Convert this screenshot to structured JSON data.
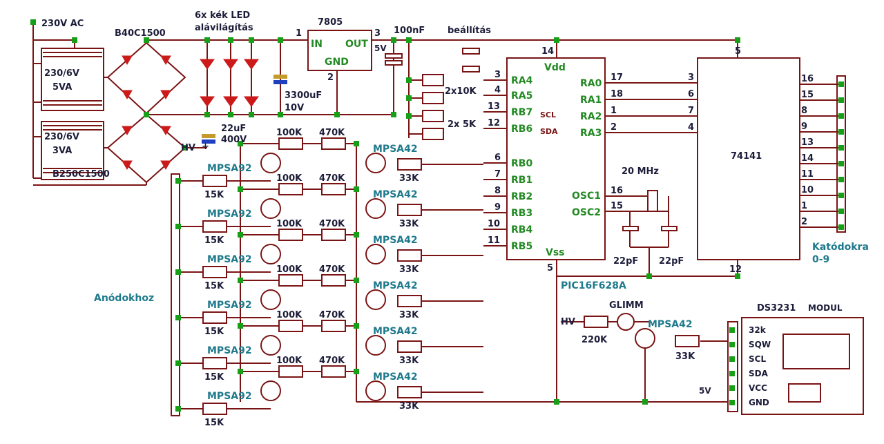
{
  "labels": {
    "ac_in": "230V AC",
    "bridge1": "B40C1500",
    "bridge2": "B250C1500",
    "tr1": "230/6V",
    "tr1_va": "5VA",
    "tr2": "230/6V",
    "tr2_va": "3VA",
    "led_title1": "6x kék LED",
    "led_title2": "alávilágítás",
    "reg": "7805",
    "reg_in": "IN",
    "reg_out": "OUT",
    "reg_gnd": "GND",
    "pin1": "1",
    "pin2": "2",
    "pin3": "3",
    "v5": "5V",
    "cap100": "100nF",
    "setting": "beállítás",
    "cap3300": "3300uF",
    "cap3300v": "10V",
    "cap22": "22uF",
    "cap22v": "400V",
    "hv": "HV",
    "plus": "+",
    "res2x10": "2x10K",
    "res2x5": "2x 5K",
    "pic": "PIC16F628A",
    "ttl": "74141",
    "xtal": "20 MHz",
    "c22a": "22pF",
    "c22b": "22pF",
    "cathodes": "Katódokra",
    "cathodes2": "0-9",
    "anodes": "Anódokhoz",
    "glimm": "GLIMM",
    "r220": "220K",
    "hv2": "HV",
    "ds_title": "DS3231",
    "ds_title2": "MODUL",
    "v5b": "5V"
  },
  "pic_left": [
    {
      "pin": "3",
      "name": "RA4"
    },
    {
      "pin": "4",
      "name": "RA5"
    },
    {
      "pin": "13",
      "name": "RB7"
    },
    {
      "pin": "12",
      "name": "RB6"
    },
    {
      "pin": "6",
      "name": "RB0"
    },
    {
      "pin": "7",
      "name": "RB1"
    },
    {
      "pin": "8",
      "name": "RB2"
    },
    {
      "pin": "9",
      "name": "RB3"
    },
    {
      "pin": "10",
      "name": "RB4"
    },
    {
      "pin": "11",
      "name": "RB5"
    }
  ],
  "pic_right": [
    {
      "pin": "17",
      "name": "RA0"
    },
    {
      "pin": "18",
      "name": "RA1"
    },
    {
      "pin": "1",
      "name": "RA2"
    },
    {
      "pin": "2",
      "name": "RA3"
    }
  ],
  "pic_misc": {
    "vdd": "Vdd",
    "vdd_pin": "14",
    "vss": "Vss",
    "vss_pin": "5",
    "scl": "SCL",
    "sda": "SDA",
    "osc1": "OSC1",
    "osc2": "OSC2",
    "osc1_pin": "16",
    "osc2_pin": "15"
  },
  "ttl_in_pins": [
    "3",
    "6",
    "7",
    "4"
  ],
  "ttl_misc": {
    "vcc_pin": "5",
    "gnd_pin": "12"
  },
  "ttl_out_pins": [
    "16",
    "15",
    "8",
    "9",
    "13",
    "14",
    "11",
    "10",
    "1",
    "2"
  ],
  "driver_rows": [
    {
      "r1": "100K",
      "r2": "470K",
      "t1": "MPSA92",
      "t2": "MPSA42",
      "rb": "33K",
      "rp": "15K"
    },
    {
      "r1": "100K",
      "r2": "470K",
      "t1": "MPSA92",
      "t2": "MPSA42",
      "rb": "33K",
      "rp": "15K"
    },
    {
      "r1": "100K",
      "r2": "470K",
      "t1": "MPSA92",
      "t2": "MPSA42",
      "rb": "33K",
      "rp": "15K"
    },
    {
      "r1": "100K",
      "r2": "470K",
      "t1": "MPSA92",
      "t2": "MPSA42",
      "rb": "33K",
      "rp": "15K"
    },
    {
      "r1": "100K",
      "r2": "470K",
      "t1": "MPSA92",
      "t2": "MPSA42",
      "rb": "33K",
      "rp": "15K"
    },
    {
      "r1": "100K",
      "r2": "470K",
      "t1": "MPSA92",
      "t2": "MPSA42",
      "rb": "33K",
      "rp": "15K"
    }
  ],
  "glimm_t": "MPSA42",
  "glimm_r": "33K",
  "ds_pins": [
    "32k",
    "SQW",
    "SCL",
    "SDA",
    "VCC",
    "GND"
  ]
}
